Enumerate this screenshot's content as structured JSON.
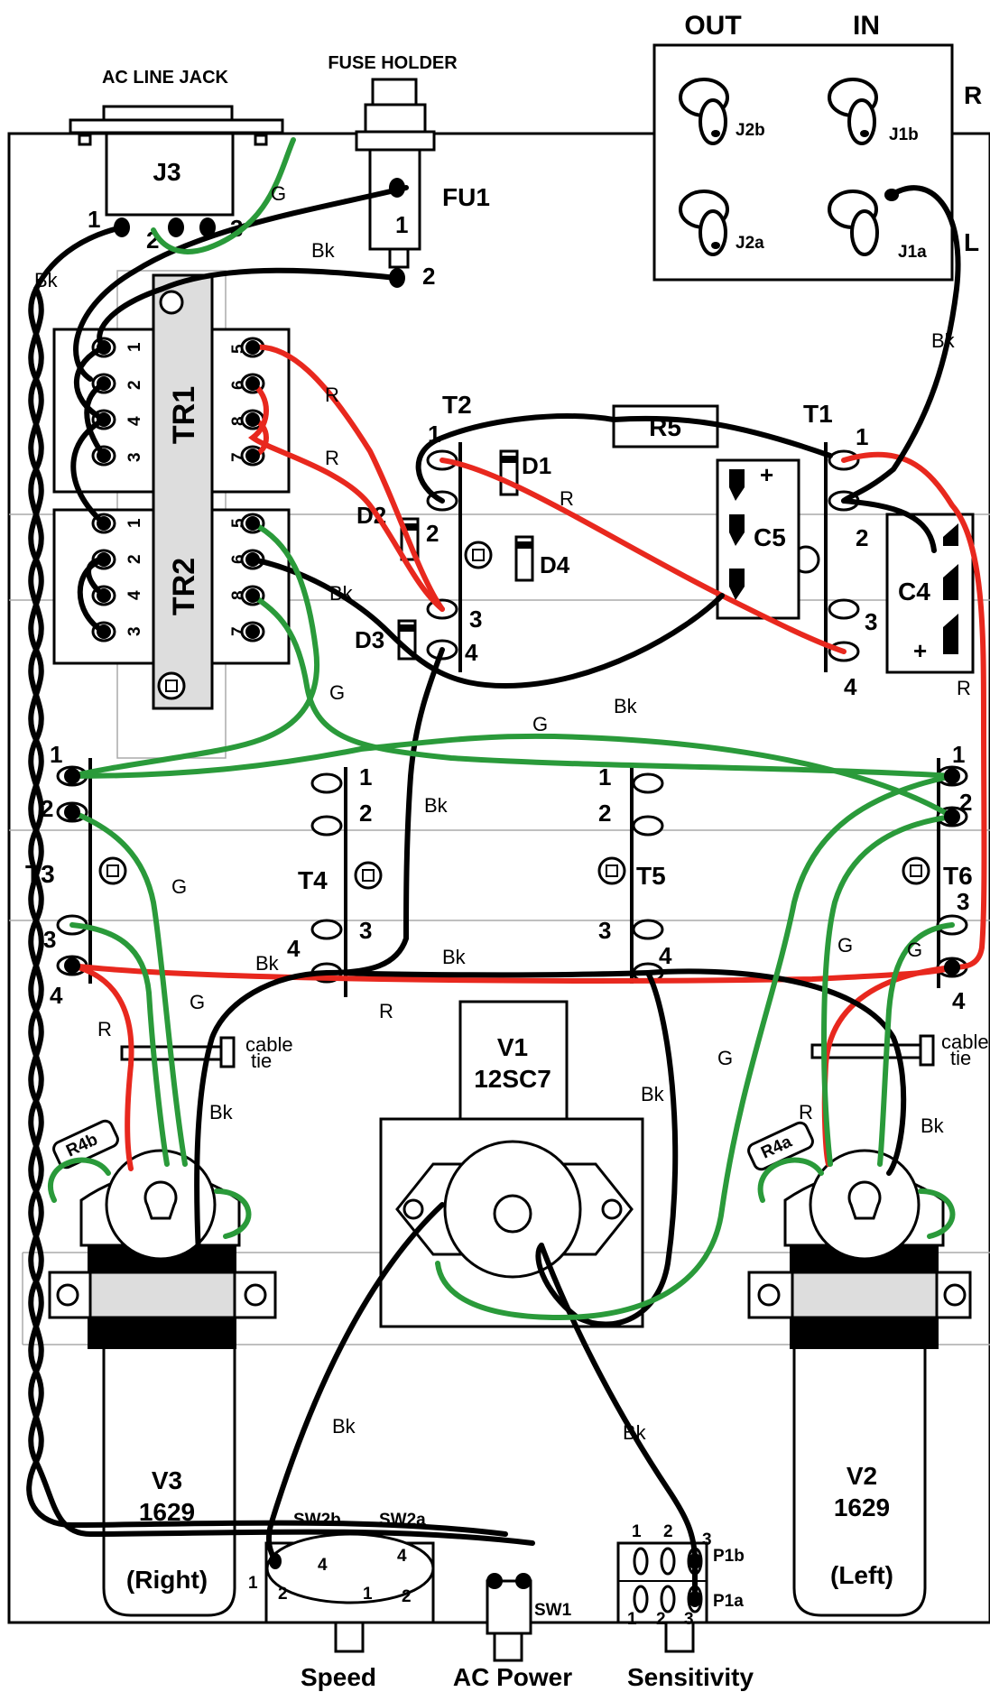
{
  "connectors": {
    "ac_line_jack": "AC LINE JACK",
    "j3": "J3",
    "j3_pins": [
      "1",
      "2",
      "3"
    ],
    "fuse_holder": "FUSE HOLDER",
    "fu1": "FU1",
    "fu1_pins": [
      "1",
      "2"
    ]
  },
  "jack_panel": {
    "out": "OUT",
    "in": "IN",
    "j2b": "J2b",
    "j1b": "J1b",
    "j2a": "J2a",
    "j1a": "J1a",
    "r": "R",
    "l": "L"
  },
  "transformers": {
    "tr1": "TR1",
    "tr2": "TR2",
    "tr_left_pins": [
      "1",
      "2",
      "4",
      "3"
    ],
    "tr_right_pins": [
      "5",
      "6",
      "8",
      "7"
    ],
    "t1": "T1",
    "t2": "T2",
    "t3": "T3",
    "t4": "T4",
    "t5": "T5",
    "t6": "T6"
  },
  "components": {
    "r5": "R5",
    "c5": "C5",
    "c4": "C4",
    "d1": "D1",
    "d2": "D2",
    "d3": "D3",
    "d4": "D4",
    "r4a": "R4a",
    "r4b": "R4b",
    "plus": "+",
    "cable_tie": [
      "cable",
      "tie"
    ]
  },
  "tubes": {
    "v1_name": "V1",
    "v1_type": "12SC7",
    "v2_name": "V2",
    "v2_type": "1629",
    "v2_side": "(Left)",
    "v3_name": "V3",
    "v3_type": "1629",
    "v3_side": "(Right)"
  },
  "switches": {
    "sw2b": "SW2b",
    "sw2a": "SW2a",
    "sw1": "SW1",
    "p1b": "P1b",
    "p1a": "P1a",
    "speed": "Speed",
    "ac_power": "AC Power",
    "sensitivity": "Sensitivity"
  },
  "wire_colors": {
    "red": "R",
    "black": "Bk",
    "green": "G"
  },
  "colors": {
    "red": "#e8281e",
    "black": "#000000",
    "green": "#2a9a3a"
  },
  "terminal_numbers": [
    "1",
    "2",
    "3",
    "4"
  ]
}
